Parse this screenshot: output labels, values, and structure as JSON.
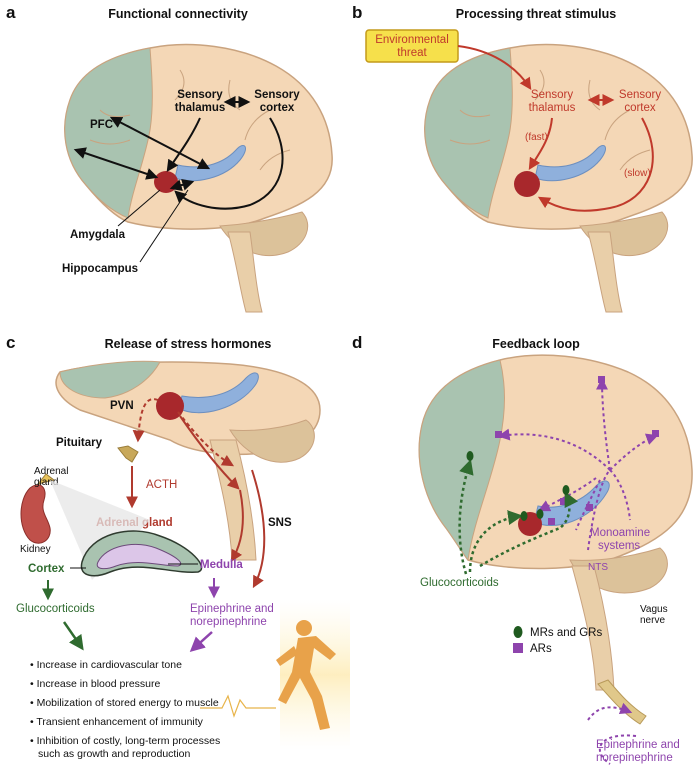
{
  "panel_a": {
    "letter": "a",
    "title": "Functional connectivity",
    "labels": {
      "pfc": "PFC",
      "sensory_thalamus_1": "Sensory",
      "sensory_thalamus_2": "thalamus",
      "sensory_cortex_1": "Sensory",
      "sensory_cortex_2": "cortex",
      "amygdala": "Amygdala",
      "hippocampus": "Hippocampus"
    }
  },
  "panel_b": {
    "letter": "b",
    "title": "Processing threat stimulus",
    "box_1": "Environmental",
    "box_2": "threat",
    "labels": {
      "sensory_thalamus_1": "Sensory",
      "sensory_thalamus_2": "thalamus",
      "sensory_cortex_1": "Sensory",
      "sensory_cortex_2": "cortex",
      "fast": "(fast)",
      "slow": "(slow)"
    }
  },
  "panel_c": {
    "letter": "c",
    "title": "Release of stress hormones",
    "labels": {
      "pvn": "PVN",
      "pituitary": "Pituitary",
      "acth": "ACTH",
      "adrenal_gland_small_1": "Adrenal",
      "adrenal_gland_small_2": "gland",
      "kidney": "Kidney",
      "adrenal_gland": "Adrenal gland",
      "sns": "SNS",
      "cortex": "Cortex",
      "medulla": "Medulla",
      "glucocorticoids": "Glucocorticoids",
      "epi_1": "Epinephrine and",
      "epi_2": "norepinephrine"
    },
    "effects": [
      "Increase in cardiovascular tone",
      "Increase in blood pressure",
      "Mobilization of stored energy to muscle",
      "Transient enhancement of immunity",
      "Inhibition of costly, long-term processes",
      "such as growth and reproduction"
    ]
  },
  "panel_d": {
    "letter": "d",
    "title": "Feedback loop",
    "labels": {
      "monoamine_1": "Monoamine",
      "monoamine_2": "systems",
      "nts": "NTS",
      "glucocorticoids": "Glucocorticoids",
      "vagus_1": "Vagus",
      "vagus_2": "nerve",
      "epi_1": "Epinephrine and",
      "epi_2": "norepinephrine"
    },
    "legend": {
      "mrs_grs": "MRs and GRs",
      "ars": "ARs"
    }
  },
  "colors": {
    "brain": "#f4d7b6",
    "brain_outline": "#c9a37f",
    "frontal": "#a9c3b0",
    "hippocampus": "#8fb0dc",
    "amygdala": "#a8282c",
    "cerebellum": "#dcc29a",
    "red_arrow": "#c0392b",
    "green": "#2f6b2f",
    "purple": "#8e44ad",
    "threat_box": "#f6e04b"
  }
}
